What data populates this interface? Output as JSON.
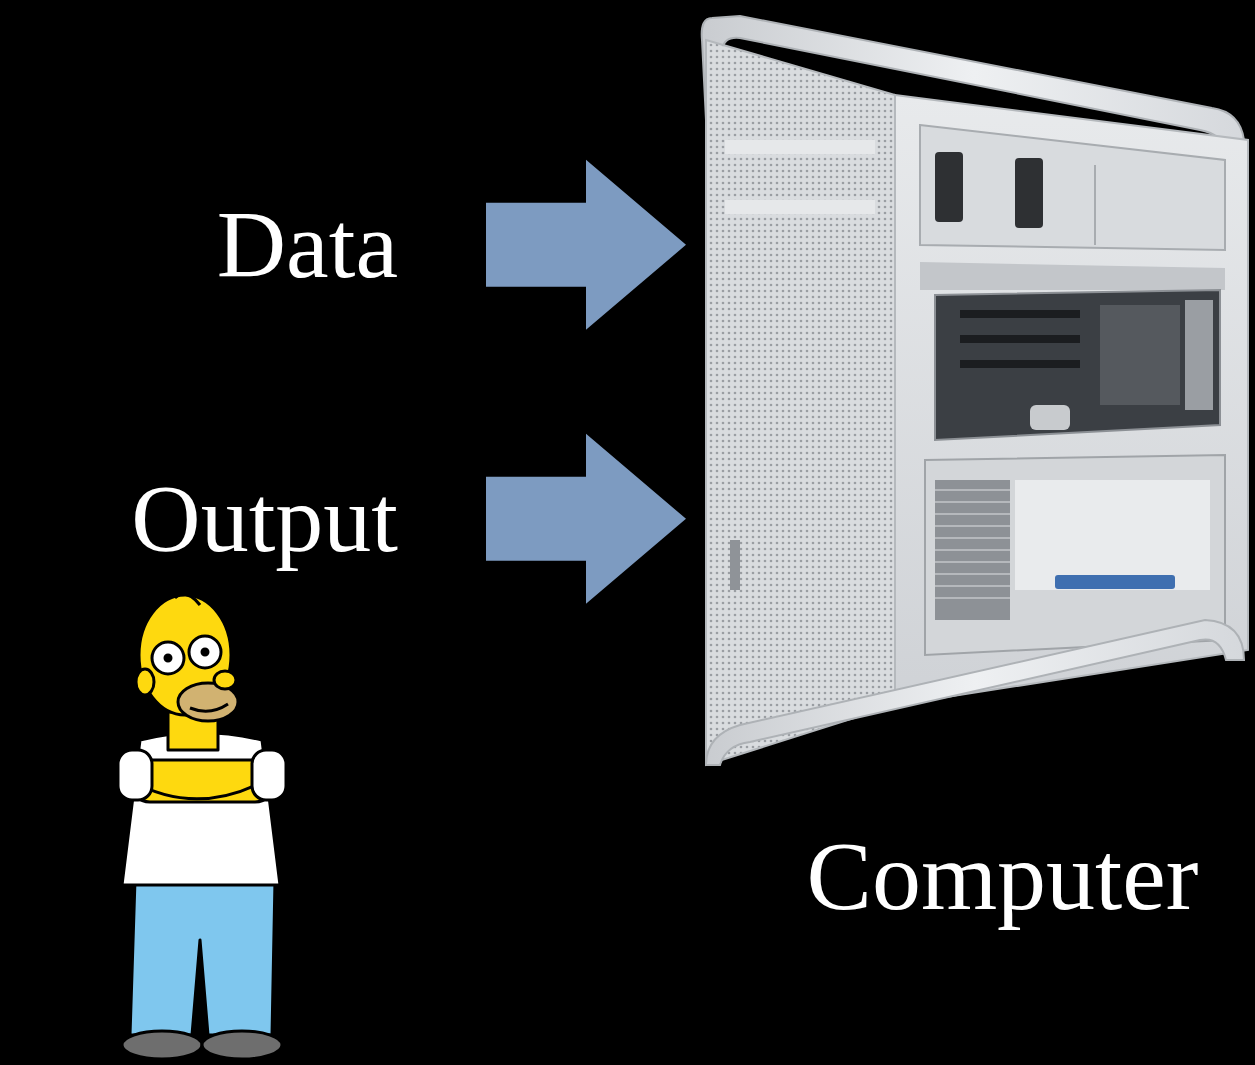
{
  "diagram": {
    "nodes": [
      {
        "text": [
          "Data"
        ]
      },
      {
        "text": [
          "Output"
        ]
      },
      {
        "text": [
          "Computer"
        ]
      }
    ],
    "edges": [
      {
        "from": 0,
        "to": 2,
        "arrow": "to"
      },
      {
        "from": 1,
        "to": 2,
        "arrow": "to"
      }
    ]
  }
}
